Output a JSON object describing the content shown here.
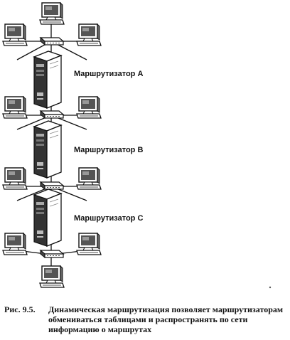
{
  "routers": [
    {
      "label": "Маршрутизатор A"
    },
    {
      "label": "Маршрутизатор B"
    },
    {
      "label": "Маршрутизатор C"
    }
  ],
  "caption": {
    "number": "Рис. 9.5.",
    "text": "Динамическая маршрутизация позволяет маршрутизаторам обмениваться таблицами и распространять по сети информацию о маршрутах"
  }
}
